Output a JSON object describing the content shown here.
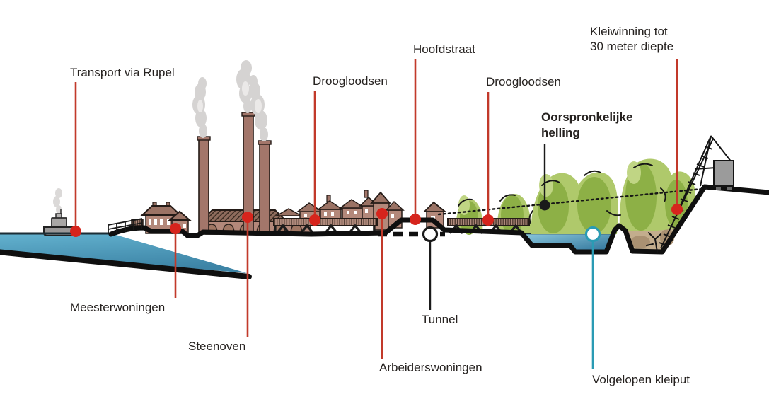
{
  "labels": {
    "transport_via_rupel": "Transport via Rupel",
    "meesterwoningen": "Meesterwoningen",
    "steenoven": "Steenoven",
    "droogloodsen_left": "Droogloodsen",
    "hoofdstraat": "Hoofdstraat",
    "arbeiderswoningen": "Arbeiderswoningen",
    "tunnel": "Tunnel",
    "droogloodsen_right": "Droogloodsen",
    "oorspronkelijke_helling": {
      "line1": "Oorspronkelijke",
      "line2": "helling"
    },
    "kleiwinning": {
      "line1": "Kleiwinning tot",
      "line2": "30 meter diepte"
    },
    "volgelopen_kleiput": "Volgelopen kleiput"
  },
  "colors": {
    "leader_red": "#c2392a",
    "marker_red": "#d6241c",
    "leader_black": "#1a1a1a",
    "leader_teal": "#2a9bb4",
    "river_water": "#4fa5c5",
    "pit_water": "#4a93b5",
    "vegetation_green": "#afc96b",
    "vegetation_green_dark": "#8db046",
    "clay_sand": "#c3ad8d",
    "brick_building": "#b3887a",
    "roof_brown": "#9b7365",
    "smoke_gray": "#d5d3d2",
    "machine_gray": "#9b9b9b",
    "text": "#262220",
    "background": "#ffffff"
  }
}
